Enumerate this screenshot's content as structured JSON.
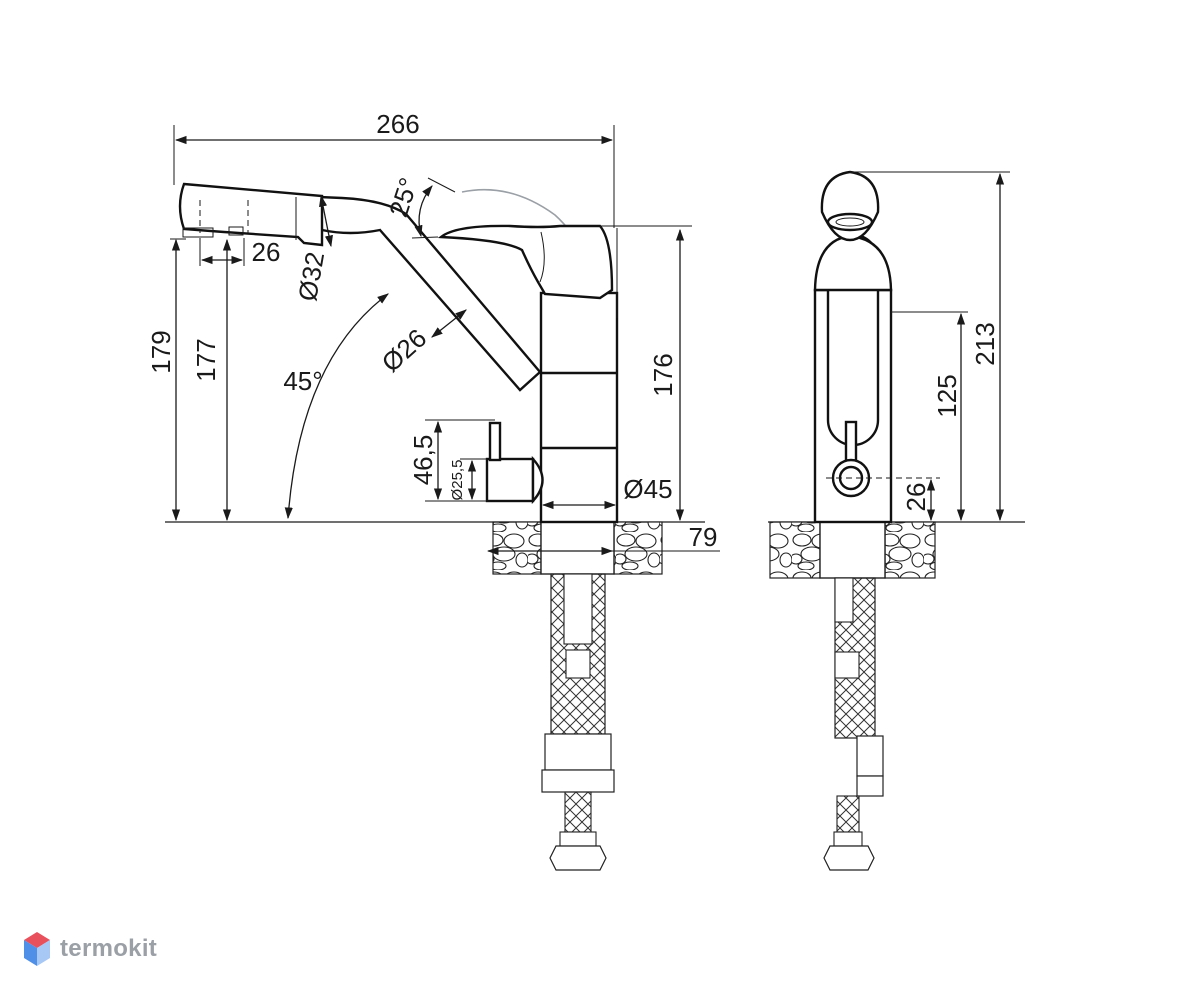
{
  "brand": {
    "logo_text": "termokit",
    "logo_colors": [
      "#e8505b",
      "#4f8fe8",
      "#a7c7f5"
    ]
  },
  "side_view": {
    "dimensions": {
      "overall_length": "266",
      "lever_angle": "25°",
      "aerator_offset": "26",
      "spout_head_diameter": "Ø32",
      "spout_diameter": "Ø26",
      "spout_angle": "45°",
      "height_spout_top": "179",
      "height_spout_outlet": "177",
      "height_body": "176",
      "switch_height": "46,5",
      "switch_diameter": "Ø25,5",
      "body_diameter": "Ø45",
      "base_width": "79"
    }
  },
  "front_view": {
    "dimensions": {
      "total_height": "213",
      "handle_height": "125",
      "switch_height": "26"
    }
  }
}
